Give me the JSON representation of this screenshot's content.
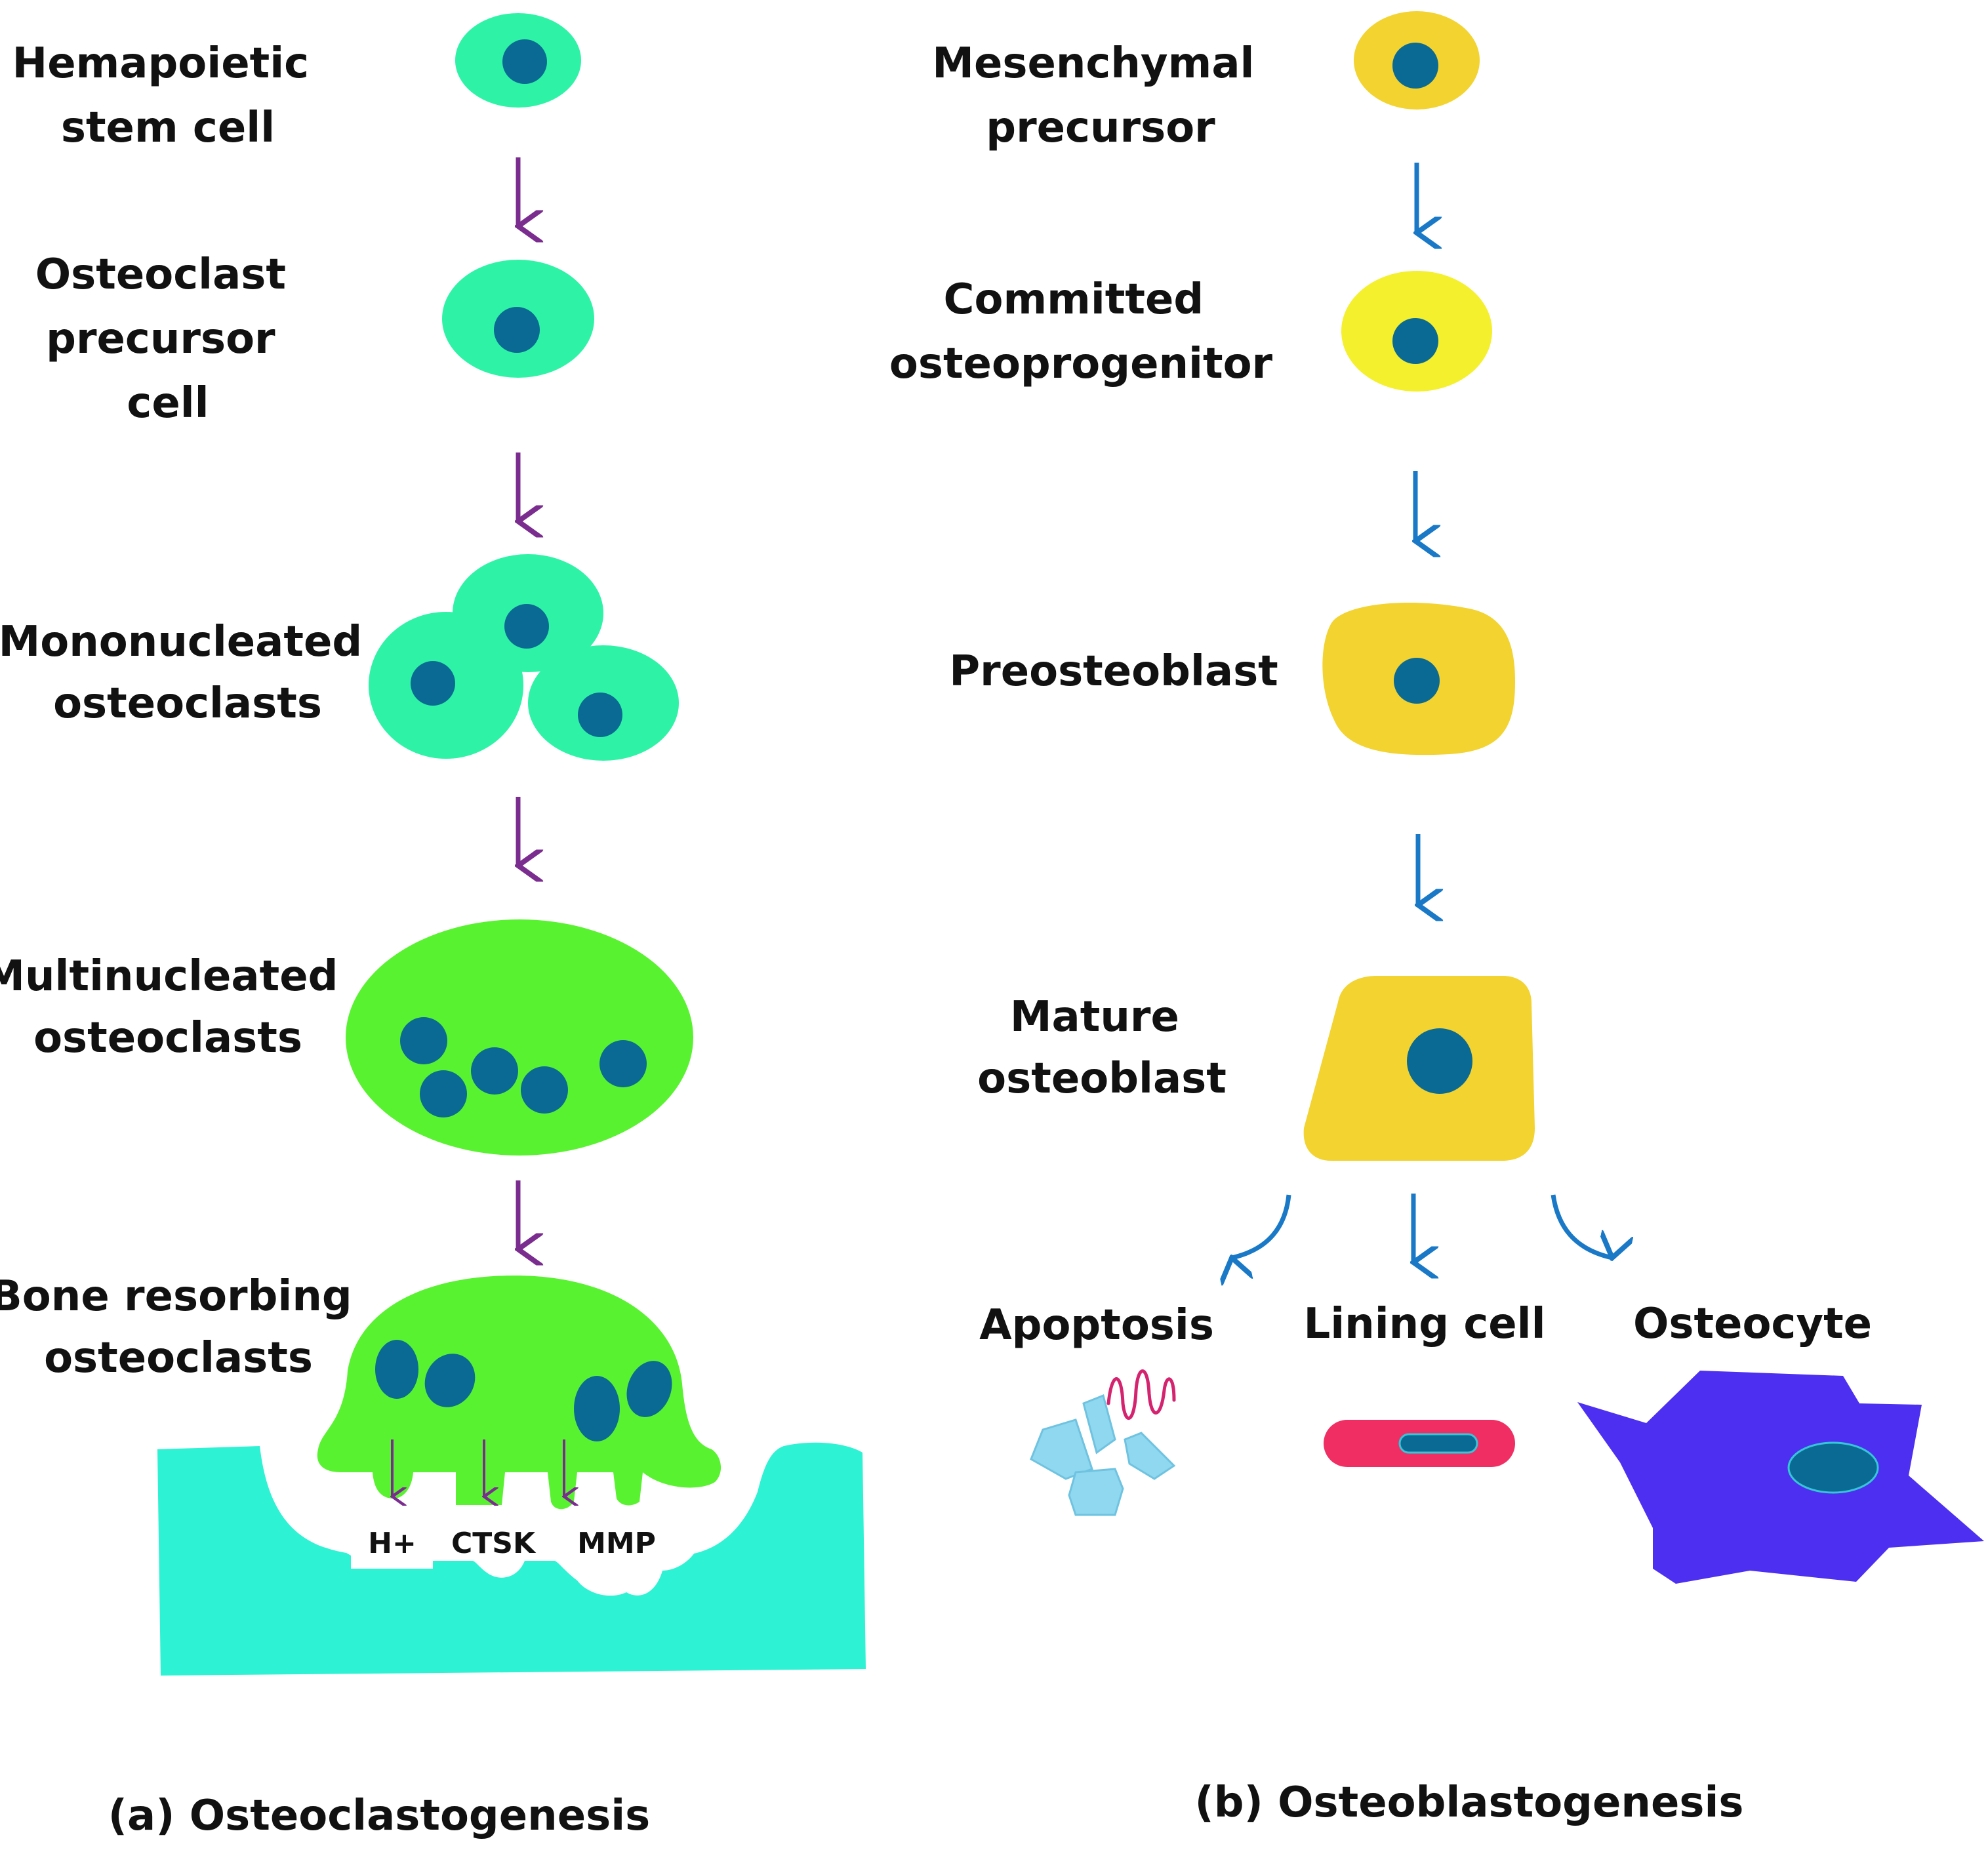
{
  "colors": {
    "cell_teal": "#2ef3a6",
    "cell_green": "#59f230",
    "nucleus": "#0b6a93",
    "cell_orange_yellow": "#f2d330",
    "cell_yellow": "#f4f02e",
    "bone": "#2df2d4",
    "arrow_purple": "#7b2d8f",
    "arrow_blue": "#1a79c7",
    "lining_cell": "#f02e63",
    "osteocyte": "#4d2ff2",
    "apoptosis_fragment": "#8fd8ef",
    "apoptosis_squiggle": "#d4236f"
  },
  "osteoclastogenesis": {
    "caption": "(a) Osteoclastogenesis",
    "stages": [
      {
        "label_lines": [
          "Hemapoietic",
          "stem cell"
        ]
      },
      {
        "label_lines": [
          "Osteoclast",
          "precursor",
          "cell"
        ]
      },
      {
        "label_lines": [
          "Mononucleated",
          "osteoclasts"
        ]
      },
      {
        "label_lines": [
          "Multinucleated",
          "osteoclasts"
        ]
      },
      {
        "label_lines": [
          "Bone resorbing",
          "osteoclasts"
        ]
      }
    ],
    "secretions": [
      "H+",
      "CTSK",
      "MMP"
    ]
  },
  "osteoblastogenesis": {
    "caption": "(b) Osteoblastogenesis",
    "stages": [
      {
        "label_lines": [
          "Mesenchymal",
          "precursor"
        ]
      },
      {
        "label_lines": [
          "Committed",
          "osteoprogenitor"
        ]
      },
      {
        "label_lines": [
          "Preosteoblast"
        ]
      },
      {
        "label_lines": [
          "Mature",
          "osteoblast"
        ]
      }
    ],
    "fates": [
      {
        "label": "Apoptosis"
      },
      {
        "label": "Lining cell"
      },
      {
        "label": "Osteocyte"
      }
    ]
  }
}
